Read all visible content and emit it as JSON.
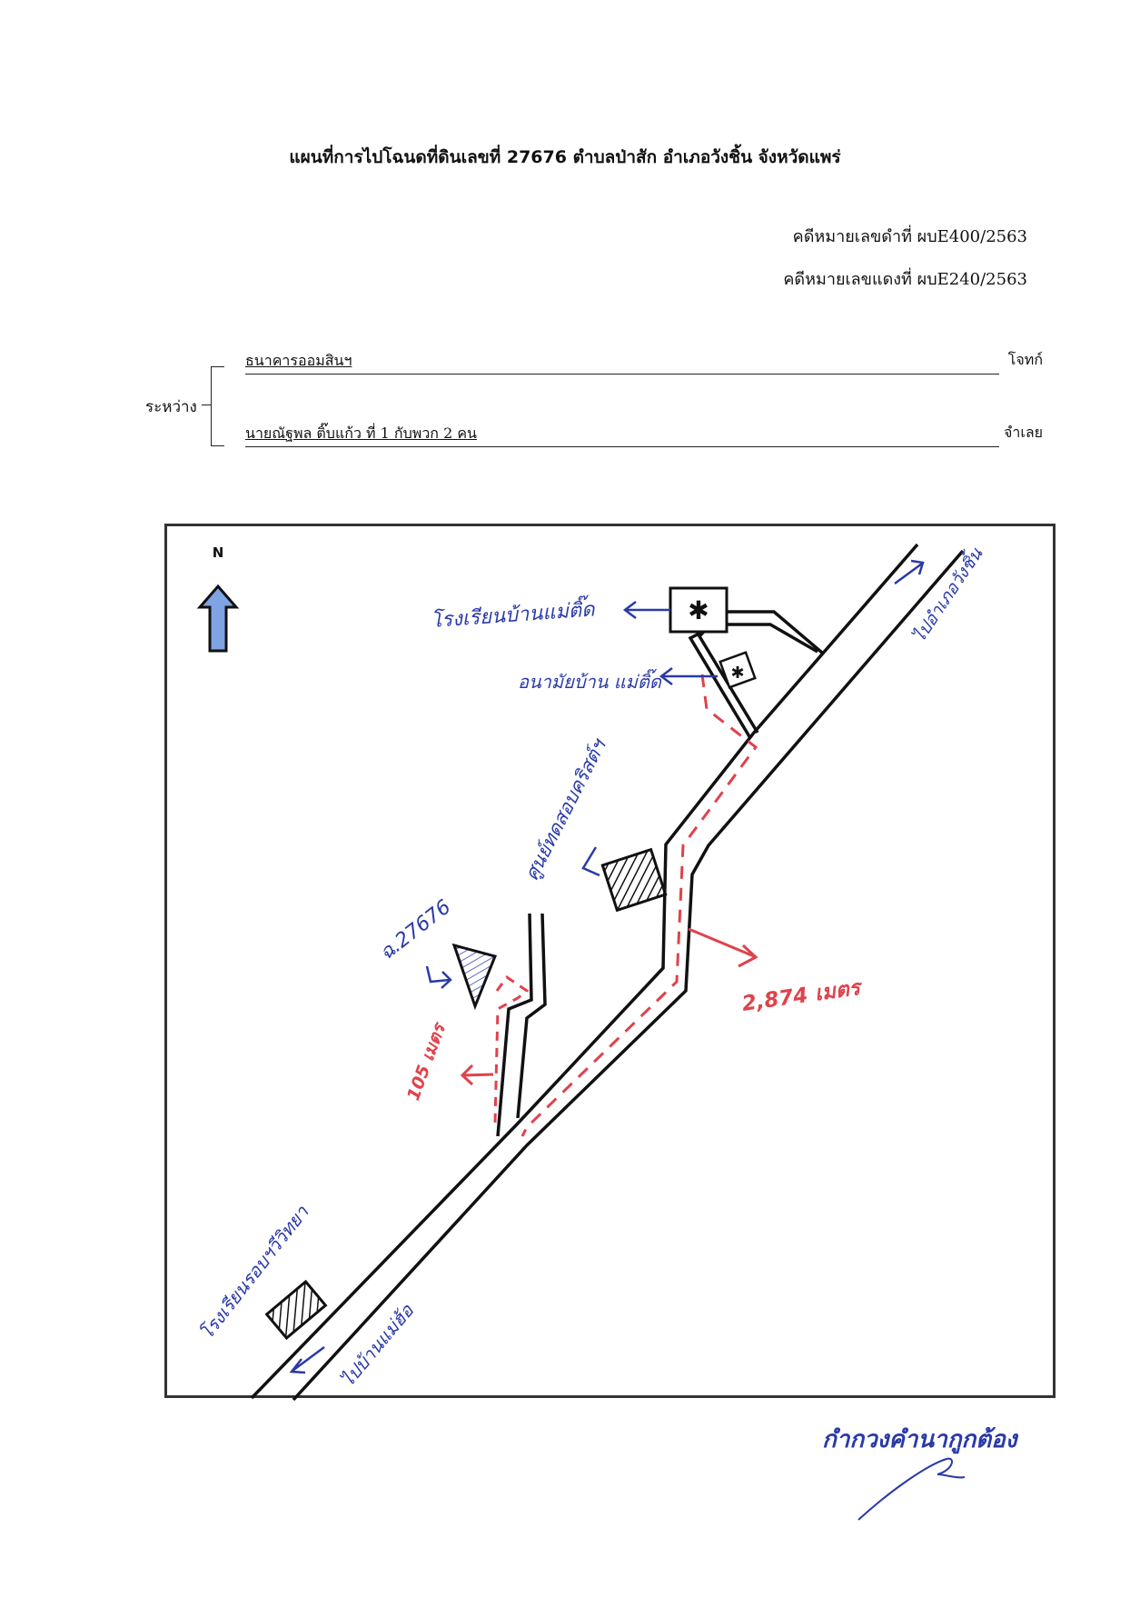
{
  "header": {
    "title": "แผนที่การไปโฉนดที่ดินเลขที่ 27676 ตำบลป่าสัก  อำเภอวังชิ้น จังหวัดแพร่",
    "black_case": "คดีหมายเลขดำที่  ผบE400/2563",
    "red_case": "คดีหมายเลขแดงที่  ผบE240/2563"
  },
  "parties": {
    "between_label": "ระหว่าง",
    "plaintiff_name": "ธนาคารออมสินฯ",
    "plaintiff_role": "โจทก์",
    "defendant_name": "นายณัฐพล  ติ๊บแก้ว  ที่ 1 กับพวก 2 คน",
    "defendant_role": "จำเลย"
  },
  "map": {
    "north_label": "N",
    "labels": {
      "school_top": "โรงเรียนบ้านแม่ติ๊ด",
      "health_center": "อนามัยบ้าน แม่ติ๊ด",
      "church": "ศูนย์ทดสอบคริสต์ฯ",
      "land_plot": "ฉ.27676",
      "distance_main": "2,874 เมตร",
      "distance_branch": "105 เมตร",
      "to_town": "ไปอำเภอวังชิ้น",
      "school_bottom": "โรงเรียนรอบฯวีวิทยา",
      "to_rong": "ไปบ้านแม่ฮ้อ"
    },
    "colors": {
      "road": "#111111",
      "pen_blue": "#2a3aa8",
      "pen_red": "#e0424b",
      "north_arrow": "#7fa3e3"
    }
  },
  "certification": {
    "stamp_text": "กำกวงคำนากูกต้อง"
  }
}
